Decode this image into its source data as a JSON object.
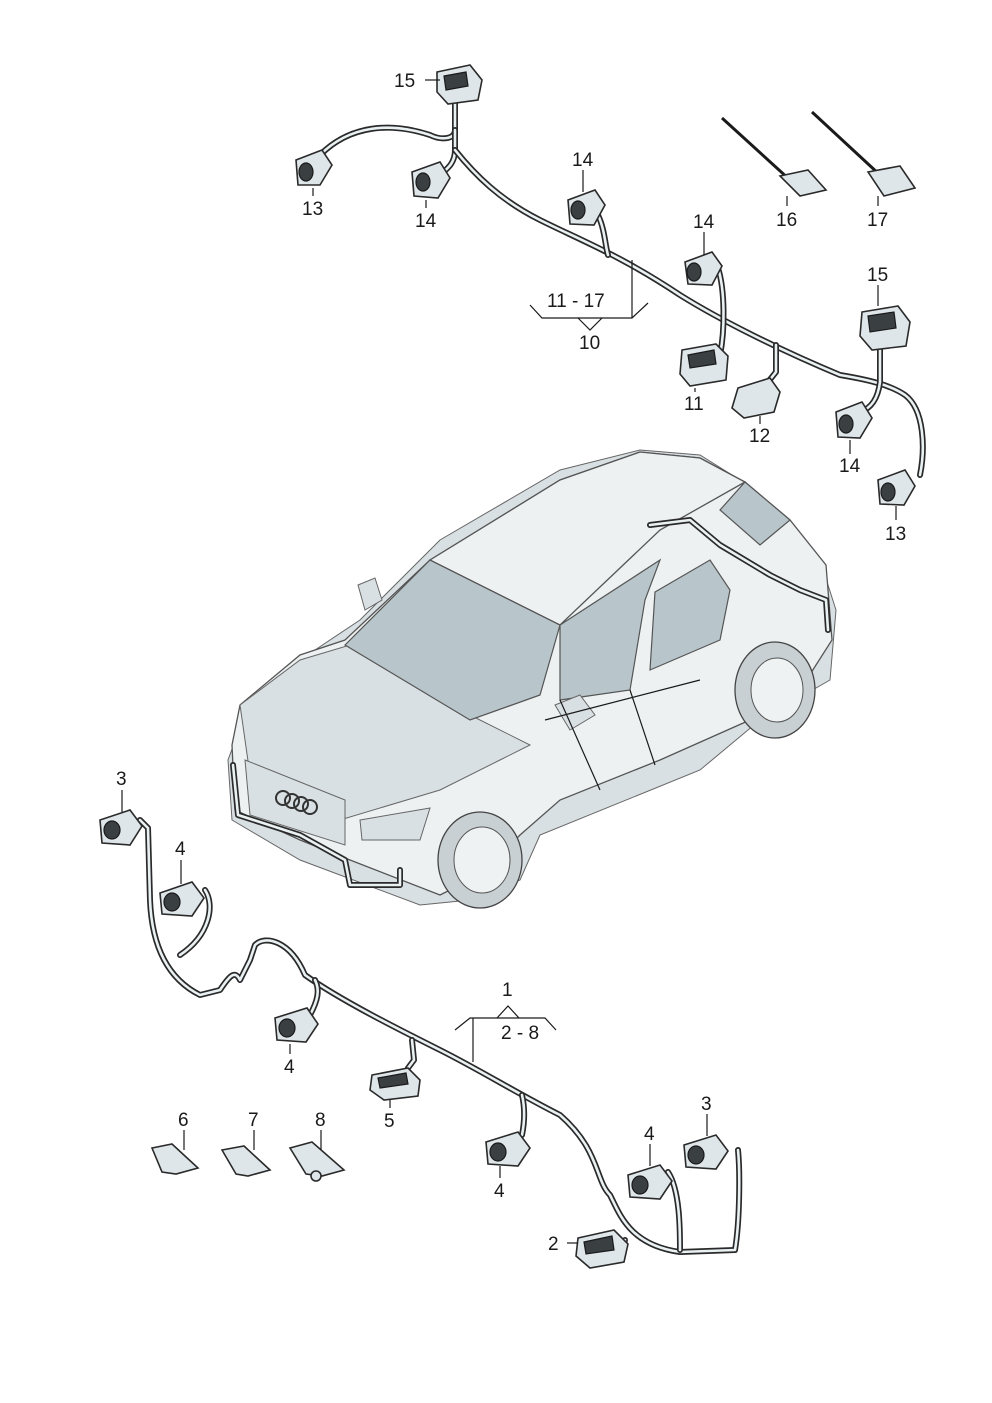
{
  "labels": {
    "n15_top": "15",
    "n13_top": "13",
    "n14_top_a": "14",
    "n14_top_b": "14",
    "n14_top_c": "14",
    "n16": "16",
    "n17": "17",
    "n15_right": "15",
    "n11": "11",
    "n12": "12",
    "n14_right": "14",
    "n13_right": "13",
    "n3_left": "3",
    "n4_left": "4",
    "n4_mid": "4",
    "n5": "5",
    "n6": "6",
    "n7": "7",
    "n8": "8",
    "n4_lower": "4",
    "n4_right": "4",
    "n3_right": "3",
    "n2": "2"
  },
  "brackets": {
    "upper": {
      "top": "11 - 17",
      "bottom": "10"
    },
    "lower": {
      "top": "1",
      "bottom": "2 - 8"
    }
  },
  "colors": {
    "line": "#1a1a1a",
    "part_fill": "#dfe6e9",
    "glass": "#b8c5cb"
  }
}
